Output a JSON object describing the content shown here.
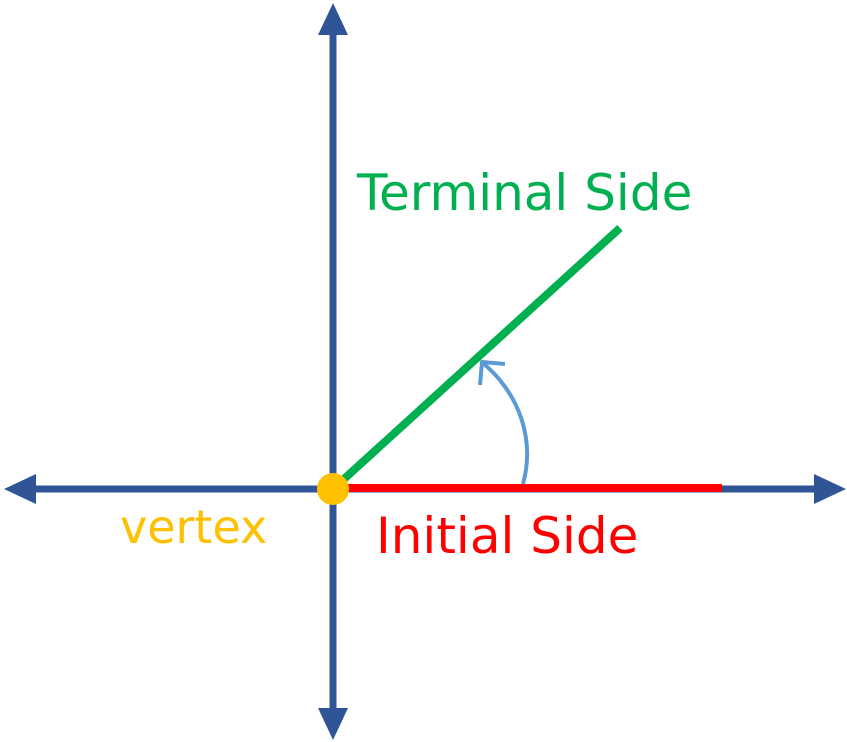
{
  "labels": {
    "terminal": "Terminal Side",
    "initial": "Initial Side",
    "vertex": "vertex"
  },
  "colors": {
    "axes": "#2F5597",
    "terminal": "#00B050",
    "initial": "#FF0000",
    "vertex": "#FFC000",
    "angle_arc": "#5B9BD5"
  }
}
